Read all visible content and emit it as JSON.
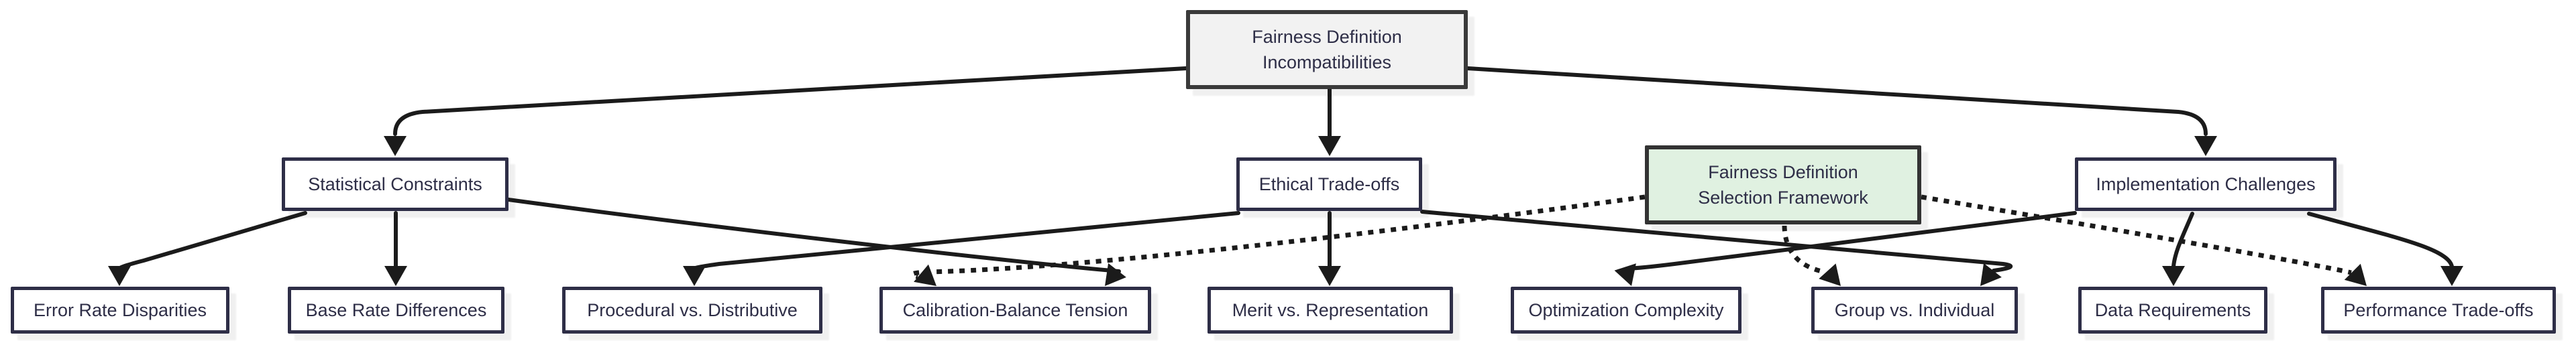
{
  "diagram": {
    "type": "flowchart",
    "direction": "top-down",
    "nodes": {
      "root": {
        "label": "Fairness Definition\nIncompatibilities",
        "level": 1,
        "variant": "root"
      },
      "statistical": {
        "label": "Statistical Constraints",
        "level": 2,
        "variant": "default"
      },
      "ethical": {
        "label": "Ethical Trade-offs",
        "level": 2,
        "variant": "default"
      },
      "framework": {
        "label": "Fairness Definition\nSelection Framework",
        "level": 2,
        "variant": "highlighted-green"
      },
      "implementation": {
        "label": "Implementation Challenges",
        "level": 2,
        "variant": "default"
      },
      "error_rate": {
        "label": "Error Rate Disparities",
        "level": 3,
        "variant": "default"
      },
      "base_rate": {
        "label": "Base Rate Differences",
        "level": 3,
        "variant": "default"
      },
      "procedural": {
        "label": "Procedural vs. Distributive",
        "level": 3,
        "variant": "default"
      },
      "calibration": {
        "label": "Calibration-Balance Tension",
        "level": 3,
        "variant": "default"
      },
      "merit": {
        "label": "Merit vs. Representation",
        "level": 3,
        "variant": "default"
      },
      "optimization": {
        "label": "Optimization Complexity",
        "level": 3,
        "variant": "default"
      },
      "group_individual": {
        "label": "Group vs. Individual",
        "level": 3,
        "variant": "default"
      },
      "data_requirements": {
        "label": "Data Requirements",
        "level": 3,
        "variant": "default"
      },
      "performance": {
        "label": "Performance Trade-offs",
        "level": 3,
        "variant": "default"
      }
    },
    "edges": [
      {
        "from": "root",
        "to": "statistical",
        "style": "solid"
      },
      {
        "from": "root",
        "to": "ethical",
        "style": "solid"
      },
      {
        "from": "root",
        "to": "implementation",
        "style": "solid"
      },
      {
        "from": "statistical",
        "to": "error_rate",
        "style": "solid"
      },
      {
        "from": "statistical",
        "to": "base_rate",
        "style": "solid"
      },
      {
        "from": "statistical",
        "to": "calibration",
        "style": "solid"
      },
      {
        "from": "ethical",
        "to": "procedural",
        "style": "solid"
      },
      {
        "from": "ethical",
        "to": "merit",
        "style": "solid"
      },
      {
        "from": "ethical",
        "to": "group_individual",
        "style": "solid"
      },
      {
        "from": "implementation",
        "to": "optimization",
        "style": "solid"
      },
      {
        "from": "implementation",
        "to": "data_requirements",
        "style": "solid"
      },
      {
        "from": "implementation",
        "to": "performance",
        "style": "solid"
      },
      {
        "from": "framework",
        "to": "calibration",
        "style": "dotted"
      },
      {
        "from": "framework",
        "to": "group_individual",
        "style": "dotted"
      },
      {
        "from": "framework",
        "to": "performance",
        "style": "dotted"
      }
    ],
    "colors": {
      "background": "#ffffff",
      "node_fill": "#ffffff",
      "node_border": "#2e2e47",
      "root_fill": "#f2f2f2",
      "root_border": "#3a3a3a",
      "framework_fill": "#e0f1e1",
      "framework_border": "#333333",
      "text": "#2e2e47",
      "edge": "#1b1b1b"
    }
  }
}
